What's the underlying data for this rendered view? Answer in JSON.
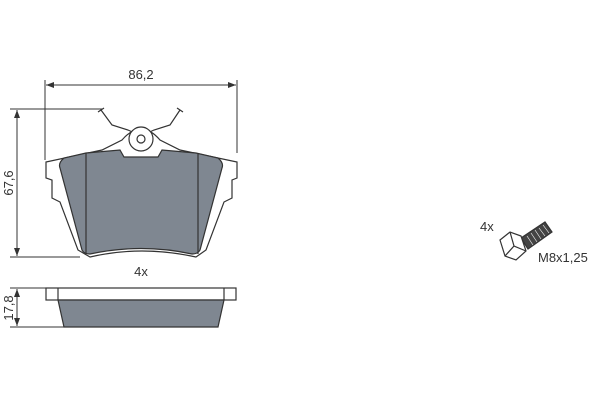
{
  "dimensions": {
    "width": "86,2",
    "height": "67,6",
    "thickness": "17,8"
  },
  "pad_quantity": "4x",
  "bolt": {
    "quantity": "4x",
    "thread": "M8x1,25"
  },
  "colors": {
    "friction": "#7f8791",
    "line": "#333333",
    "plate": "#ffffff"
  }
}
